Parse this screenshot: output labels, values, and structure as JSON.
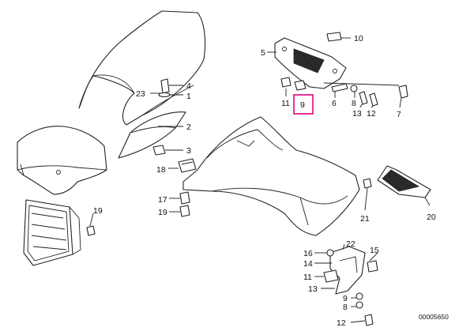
{
  "diagram": {
    "figure_code": "00005650",
    "highlight": {
      "label": "9",
      "color": "#e6007e"
    },
    "labels": [
      {
        "key": "l10",
        "text": "10"
      },
      {
        "key": "l5",
        "text": "5"
      },
      {
        "key": "l11a",
        "text": "11"
      },
      {
        "key": "l9a",
        "text": "9"
      },
      {
        "key": "l6",
        "text": "6"
      },
      {
        "key": "l8a",
        "text": "8"
      },
      {
        "key": "l13",
        "text": "13"
      },
      {
        "key": "l12a",
        "text": "12"
      },
      {
        "key": "l7",
        "text": "7"
      },
      {
        "key": "l23",
        "text": "23"
      },
      {
        "key": "l4",
        "text": "4"
      },
      {
        "key": "l1",
        "text": "1"
      },
      {
        "key": "l2",
        "text": "2"
      },
      {
        "key": "l3",
        "text": "3"
      },
      {
        "key": "l18",
        "text": "18"
      },
      {
        "key": "l17",
        "text": "17"
      },
      {
        "key": "l19a",
        "text": "19"
      },
      {
        "key": "l19b",
        "text": "19"
      },
      {
        "key": "l21",
        "text": "21"
      },
      {
        "key": "l20",
        "text": "20"
      },
      {
        "key": "l22",
        "text": "22"
      },
      {
        "key": "l16",
        "text": "16"
      },
      {
        "key": "l15",
        "text": "15"
      },
      {
        "key": "l14",
        "text": "14"
      },
      {
        "key": "l11b",
        "text": "11"
      },
      {
        "key": "l13b",
        "text": "13"
      },
      {
        "key": "l9b",
        "text": "9"
      },
      {
        "key": "l8b",
        "text": "8"
      },
      {
        "key": "l12b",
        "text": "12"
      }
    ]
  }
}
